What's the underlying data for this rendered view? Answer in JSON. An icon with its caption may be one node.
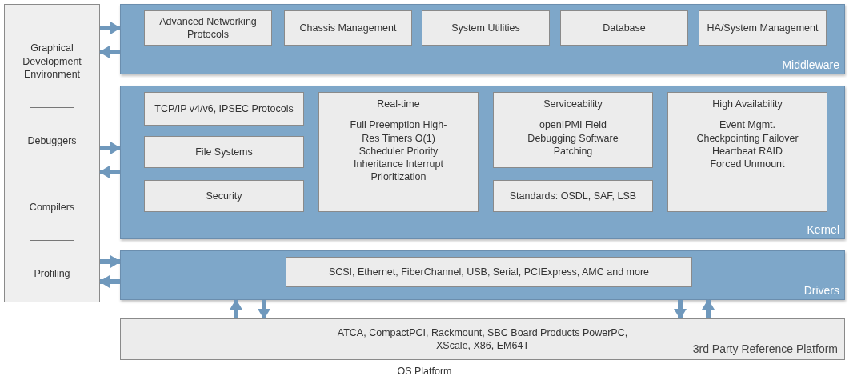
{
  "diagram": {
    "caption": "OS Platform",
    "nodes": [
      {
        "text": [
          "Graphical Development Environment",
          "Debuggers",
          "Compilers",
          "Profiling"
        ]
      },
      {
        "text": [
          "Middleware"
        ]
      },
      {
        "text": [
          "Advanced Networking Protocols"
        ],
        "in": 1
      },
      {
        "text": [
          "Chassis Management"
        ],
        "in": 1
      },
      {
        "text": [
          "System Utilities"
        ],
        "in": 1
      },
      {
        "text": [
          "Database"
        ],
        "in": 1
      },
      {
        "text": [
          "HA/System Management"
        ],
        "in": 1
      },
      {
        "text": [
          "Kernel"
        ]
      },
      {
        "text": [
          "TCP/IP v4/v6, IPSEC Protocols"
        ],
        "in": 7
      },
      {
        "text": [
          "File Systems"
        ],
        "in": 7
      },
      {
        "text": [
          "Security"
        ],
        "in": 7
      },
      {
        "text": [
          "Real-time",
          "Full Preemption High-Res Timers O(1) Scheduler Priority Inheritance Interrupt Prioritization"
        ],
        "in": 7
      },
      {
        "text": [
          "Serviceability",
          "openIPMI Field Debugging Software Patching"
        ],
        "in": 7
      },
      {
        "text": [
          "Standards: OSDL, SAF, LSB"
        ],
        "in": 7
      },
      {
        "text": [
          "High Availability",
          "Event Mgmt. Checkpointing Failover Heartbeat RAID Forced Unmount"
        ],
        "in": 7
      },
      {
        "text": [
          "Drivers"
        ]
      },
      {
        "text": [
          "SCSI, Ethernet, FiberChannel, USB, Serial, PCIExpress, AMC and more"
        ],
        "in": 15
      },
      {
        "text": [
          "ATCA, CompactPCI, Rackmount, SBC Board Products PowerPC, XScale, X86, EM64T",
          "3rd Party Reference Platform"
        ]
      }
    ],
    "edges": [
      {
        "from": 0,
        "to": 1,
        "arrow": "to"
      },
      {
        "from": 1,
        "to": 0,
        "arrow": "to"
      },
      {
        "from": 0,
        "to": 7,
        "arrow": "to"
      },
      {
        "from": 7,
        "to": 0,
        "arrow": "to"
      },
      {
        "from": 0,
        "to": 15,
        "arrow": "to"
      },
      {
        "from": 15,
        "to": 0,
        "arrow": "to"
      },
      {
        "from": 17,
        "to": 15,
        "arrow": "to"
      },
      {
        "from": 15,
        "to": 17,
        "arrow": "to"
      },
      {
        "from": 15,
        "to": 17,
        "arrow": "to"
      },
      {
        "from": 17,
        "to": 15,
        "arrow": "to"
      }
    ]
  }
}
